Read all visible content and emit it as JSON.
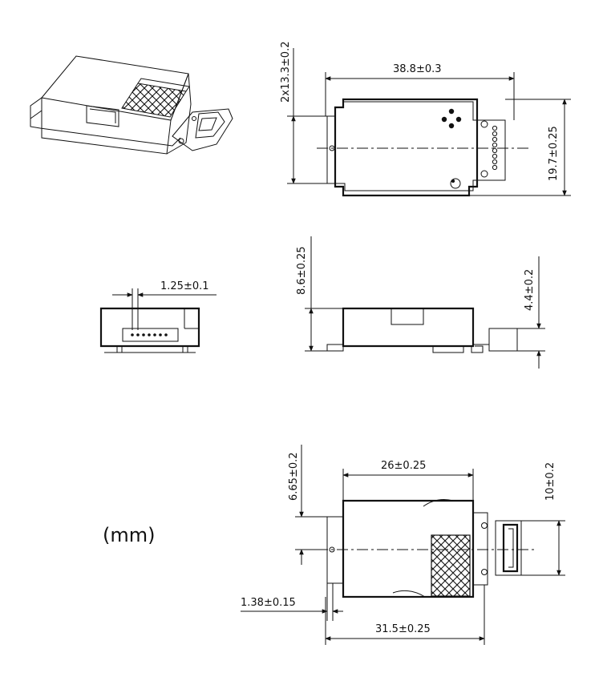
{
  "drawing": {
    "unit_note": "(mm)",
    "dimensions": {
      "top_length": "38.8±0.3",
      "top_hole_spacing": "2x13.3±0.2",
      "top_width": "19.7±0.25",
      "end_pitch": "1.25±0.1",
      "side_height": "8.6±0.25",
      "side_connector_height": "4.4±0.2",
      "bottom_body_length": "26±0.25",
      "bottom_offset": "6.65±0.2",
      "bottom_connector_width": "10±0.2",
      "bottom_flange": "1.38±0.15",
      "bottom_length": "31.5±0.25"
    }
  }
}
